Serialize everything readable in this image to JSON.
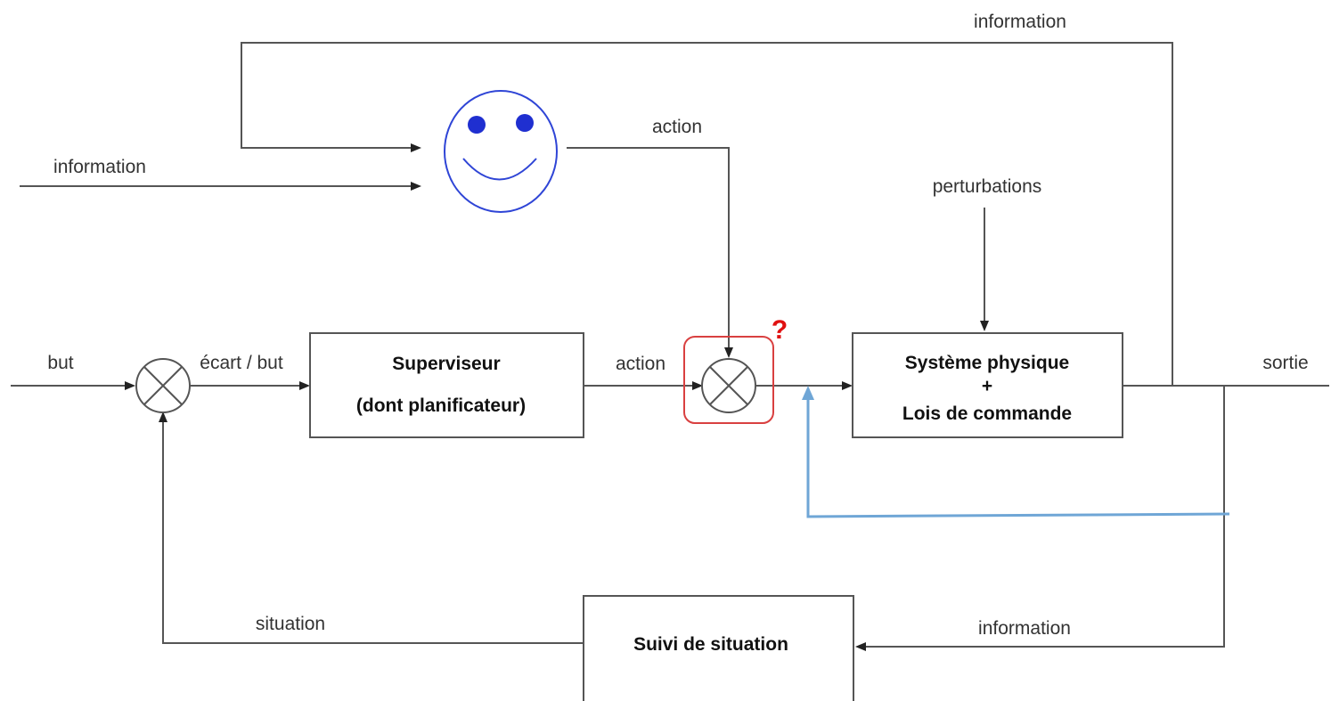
{
  "labels": {
    "top_information": "information",
    "left_information": "information",
    "action_top": "action",
    "perturbations": "perturbations",
    "but": "but",
    "ecart_but": "écart / but",
    "action_mid": "action",
    "sortie": "sortie",
    "situation": "situation",
    "bottom_information": "information",
    "question_mark": "?"
  },
  "boxes": {
    "superviseur": {
      "line1": "Superviseur",
      "line2": "(dont planificateur)"
    },
    "systeme": {
      "line1": "Système physique",
      "line2": "+",
      "line3": "Lois de commande"
    },
    "suivi": {
      "line1": "Suivi de situation"
    }
  },
  "colors": {
    "wire": "#555555",
    "text": "#333333",
    "smiley": "#2f45d6",
    "smiley_eyes": "#1f2fd0",
    "highlight_box": "#d94040",
    "question_mark": "#e01010",
    "added_arrow": "#6fa6d6"
  },
  "icons": {
    "operator": "smiley-face-icon",
    "comparator": "summing-junction-icon"
  }
}
